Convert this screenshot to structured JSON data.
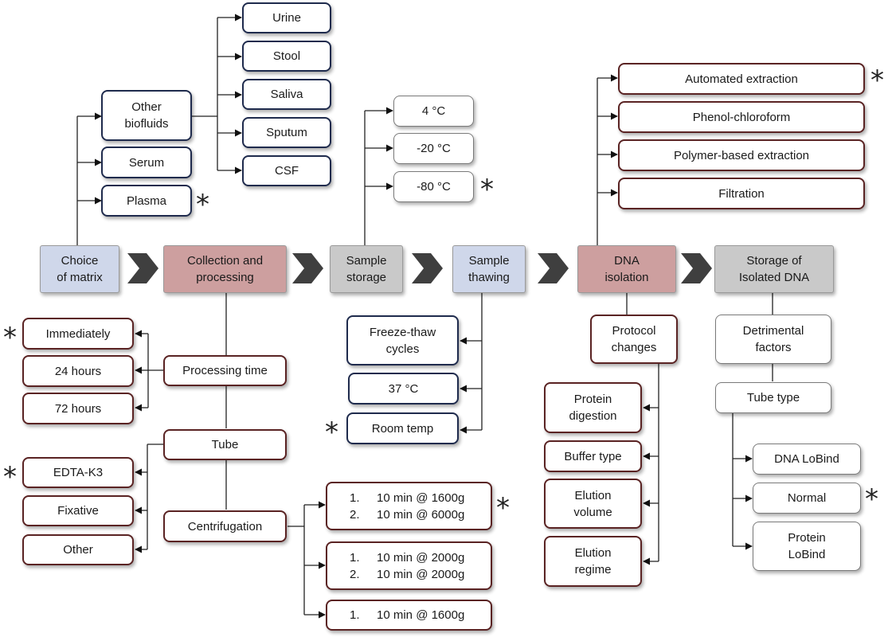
{
  "stages": [
    {
      "label": "Choice\nof matrix",
      "color": "#cfd7ea"
    },
    {
      "label": "Collection and\nprocessing",
      "color": "#cd9f9f"
    },
    {
      "label": "Sample\nstorage",
      "color": "#c9c9c9"
    },
    {
      "label": "Sample\nthawing",
      "color": "#cfd7ea"
    },
    {
      "label": "DNA\nisolation",
      "color": "#cd9f9f"
    },
    {
      "label": "Storage of\nIsolated DNA",
      "color": "#c9c9c9"
    }
  ],
  "matrix": {
    "other_biofluids": "Other\nbiofluids",
    "serum": "Serum",
    "plasma": "Plasma",
    "biofluids": [
      "Urine",
      "Stool",
      "Saliva",
      "Sputum",
      "CSF"
    ]
  },
  "collection": {
    "processing_time": "Processing time",
    "times": [
      "Immediately",
      "24 hours",
      "72 hours"
    ],
    "tube": "Tube",
    "tubes": [
      "EDTA-K3",
      "Fixative",
      "Other"
    ],
    "centrifugation": "Centrifugation",
    "protocols": [
      [
        {
          "n": "1.",
          "t": "10 min @ 1600g"
        },
        {
          "n": "2.",
          "t": "10 min @ 6000g"
        }
      ],
      [
        {
          "n": "1.",
          "t": "10 min @ 2000g"
        },
        {
          "n": "2.",
          "t": "10 min @ 2000g"
        }
      ],
      [
        {
          "n": "1.",
          "t": "10 min @ 1600g"
        }
      ]
    ]
  },
  "storage": {
    "temps": [
      "4 °C",
      "-20 °C",
      "-80 °C"
    ]
  },
  "thawing": {
    "items": [
      "Freeze-thaw\ncycles",
      "37 °C",
      "Room temp"
    ]
  },
  "isolation": {
    "methods": [
      "Automated extraction",
      "Phenol-chloroform",
      "Polymer-based extraction",
      "Filtration"
    ],
    "protocol_changes": "Protocol\nchanges",
    "changes": [
      "Protein\ndigestion",
      "Buffer type",
      "Elution\nvolume",
      "Elution\nregime"
    ]
  },
  "dna_storage": {
    "detrimental": "Detrimental\nfactors",
    "tube_type": "Tube type",
    "tubes": [
      "DNA LoBind",
      "Normal",
      "Protein\nLoBind"
    ]
  },
  "marker": "*"
}
